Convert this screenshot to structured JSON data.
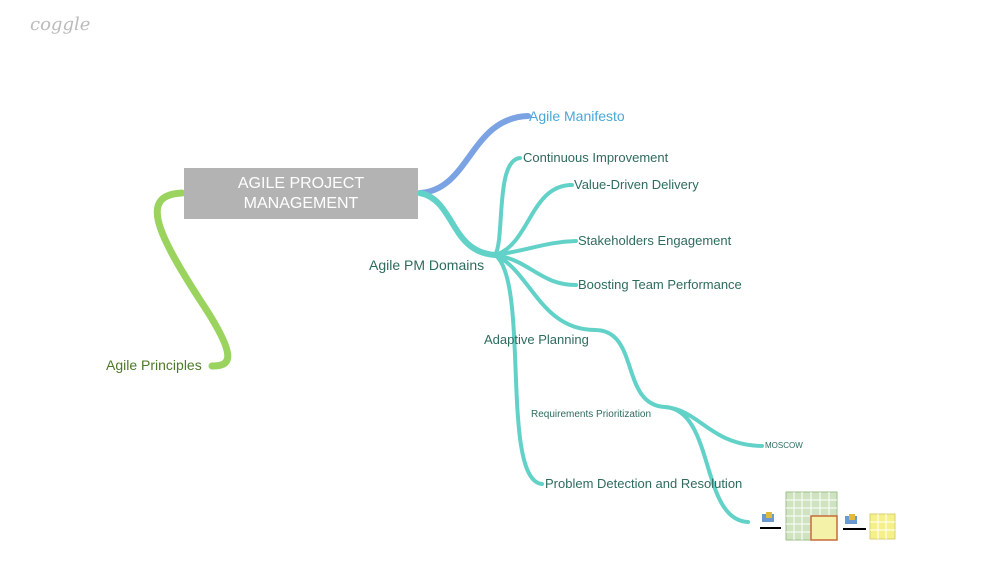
{
  "logo": "coggle",
  "root": "AGILE PROJECT MANAGEMENT",
  "nodes": {
    "manifesto": "Agile Manifesto",
    "principles": "Agile Principles",
    "domains": "Agile PM Domains",
    "continuous": "Continuous Improvement",
    "value": "Value-Driven Delivery",
    "stakeholders": "Stakeholders Engagement",
    "team": "Boosting Team Performance",
    "adaptive": "Adaptive Planning",
    "requirements": "Requirements Prioritization",
    "moscow": "MOSCOW",
    "problem": "Problem Detection and Resolution"
  },
  "colors": {
    "blue": "#7ba3e3",
    "teal": "#62d2c8",
    "green": "#9ad45e"
  }
}
